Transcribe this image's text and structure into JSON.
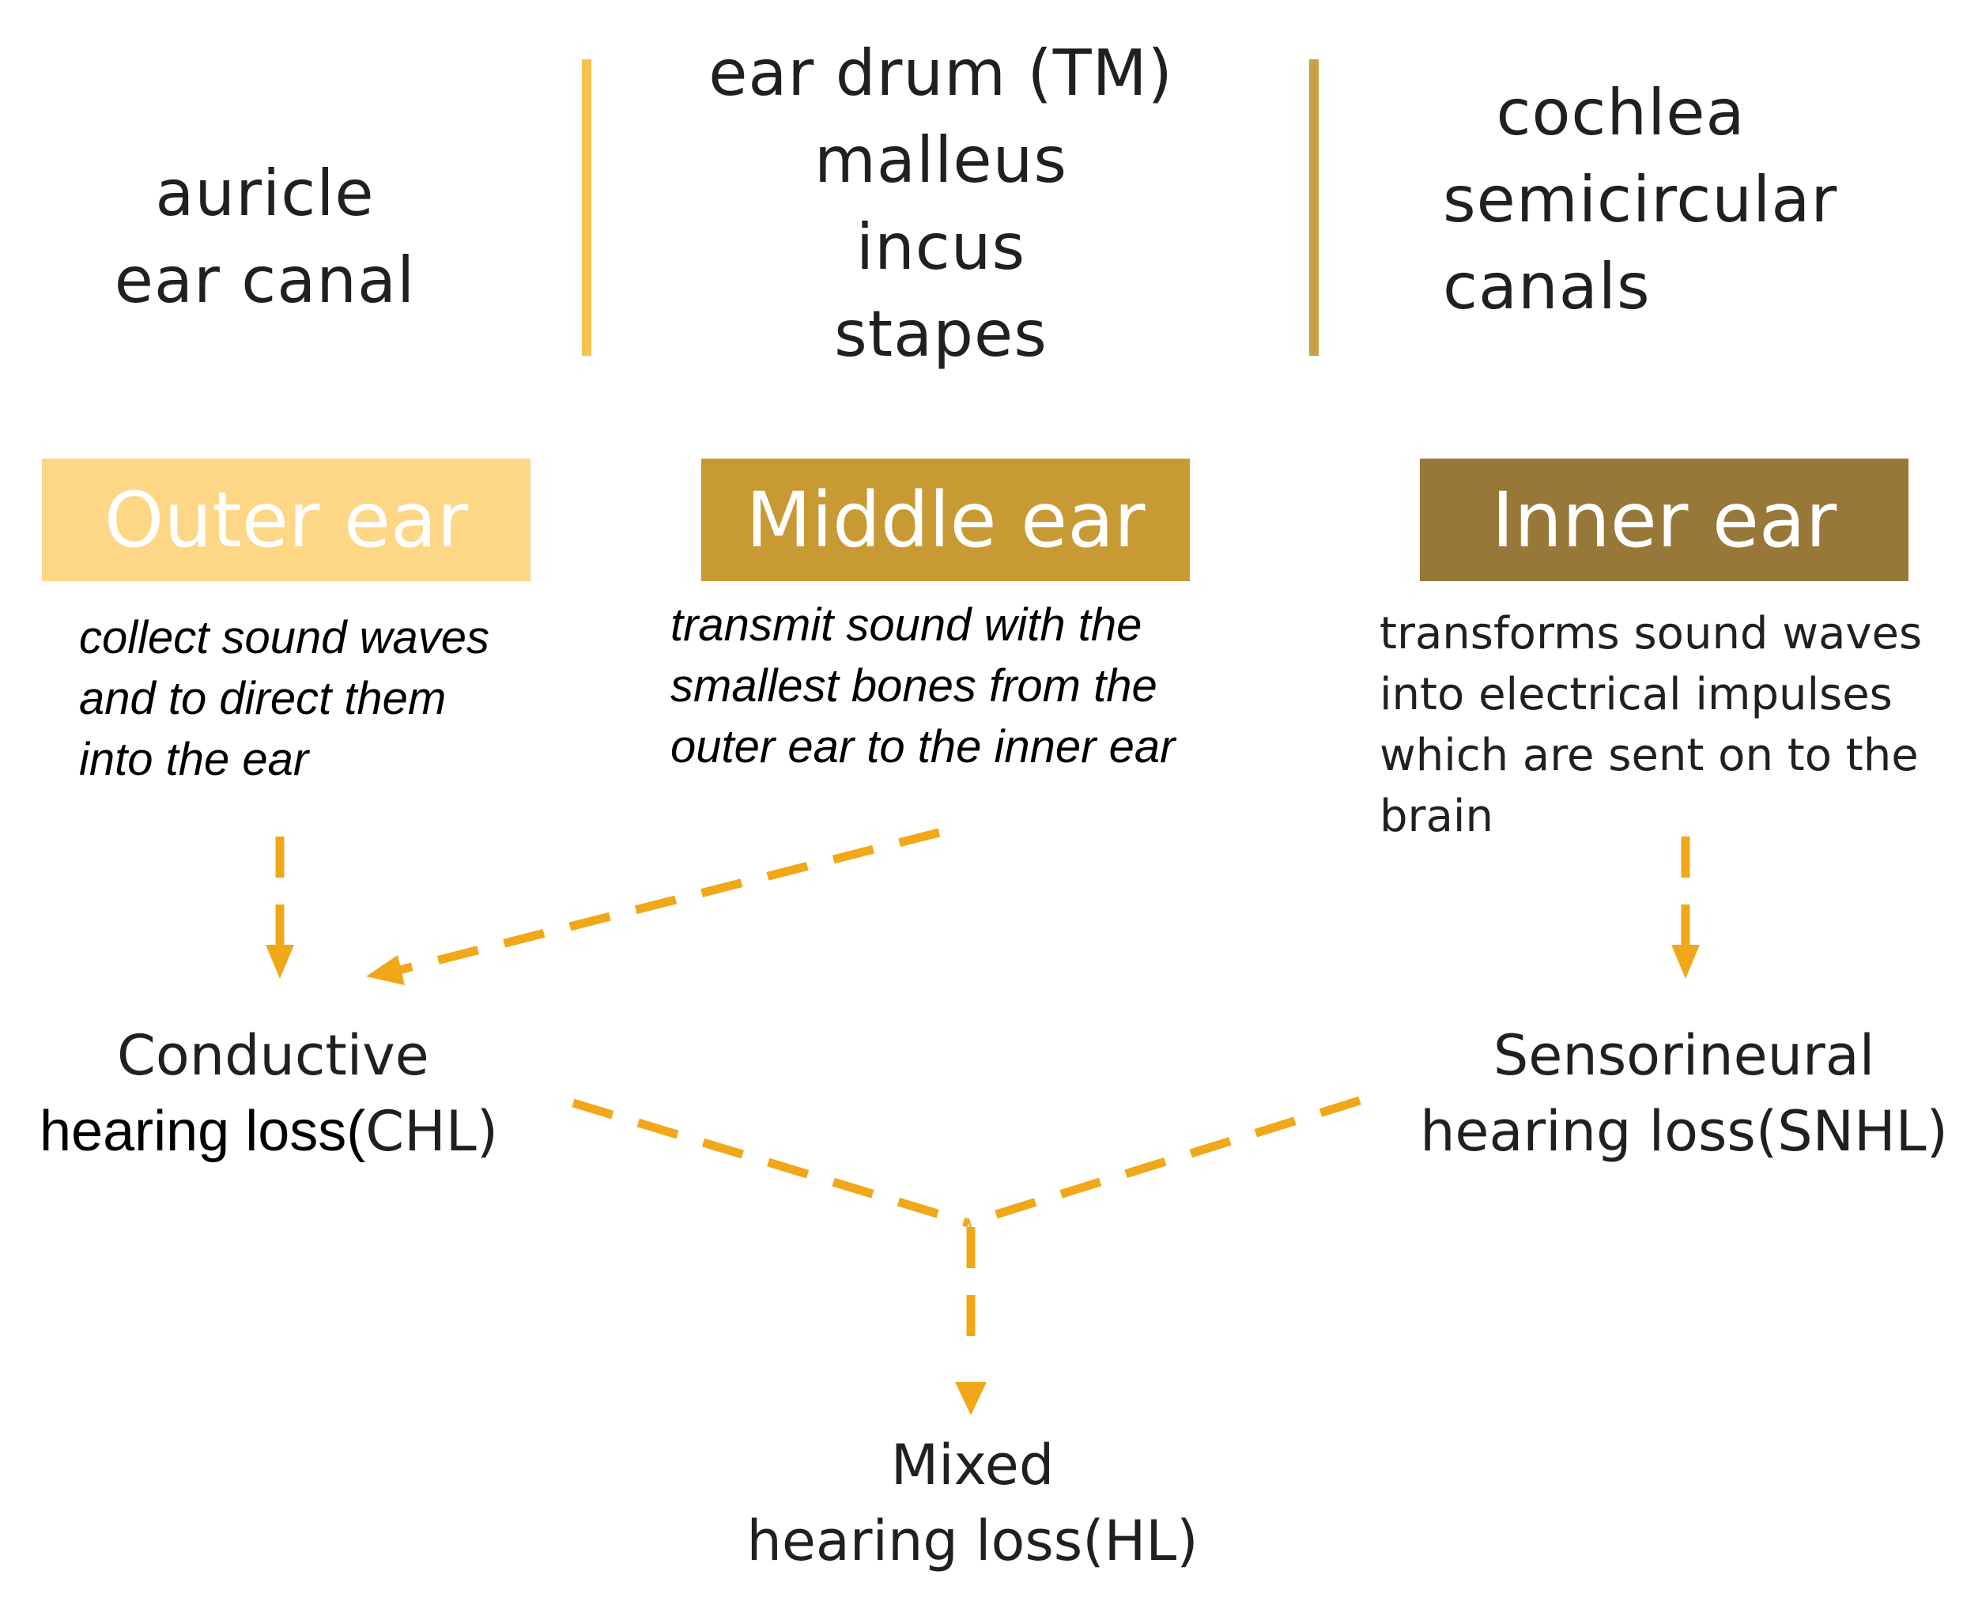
{
  "colors": {
    "outer": "#fdd686",
    "middle": "#c89a33",
    "inner": "#977838",
    "divider_left": "#f6c44f",
    "divider_right": "#c9a04a",
    "arrow": "#f0a818"
  },
  "outer": {
    "parts": [
      "auricle",
      "ear canal"
    ],
    "title": "Outer ear",
    "description": [
      "collect sound waves",
      "and to direct them",
      "into the ear"
    ]
  },
  "middle": {
    "parts": [
      "ear drum (TM)",
      "malleus",
      "incus",
      "stapes"
    ],
    "title": "Middle ear",
    "description": [
      "transmit sound with the",
      "smallest bones from the",
      "outer ear to the inner ear"
    ]
  },
  "inner": {
    "parts": [
      "cochlea",
      "semicircular",
      "canals"
    ],
    "title": "Inner ear",
    "description": [
      "transforms sound waves",
      "into electrical impulses",
      "which are sent on to the",
      "brain"
    ]
  },
  "conductive": {
    "line1": "Conductive",
    "line2_prefix": "hearing loss(",
    "line2_suffix": "CHL)"
  },
  "sensorineural": {
    "line1": "Sensorineural",
    "line2": "hearing loss(SNHL)"
  },
  "mixed": {
    "line1": "Mixed",
    "line2": "hearing loss(HL)"
  }
}
